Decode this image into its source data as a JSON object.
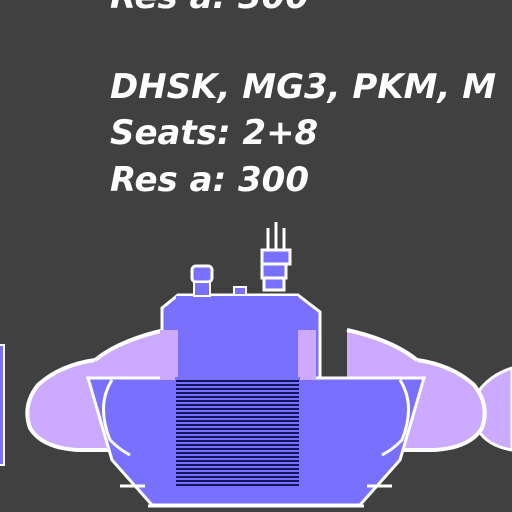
{
  "vehicle_info": {
    "top_line_partial": "Res a: 300",
    "weapons": "DHSK, MG3, PKM, M",
    "seats": "Seats: 2+8",
    "res": "Res a: 300"
  },
  "colors": {
    "background": "#404040",
    "text": "#ffffff",
    "tube": "#ccaaff",
    "hull": "#7a70ff",
    "grille": "#141460",
    "outline": "#ffffff"
  }
}
